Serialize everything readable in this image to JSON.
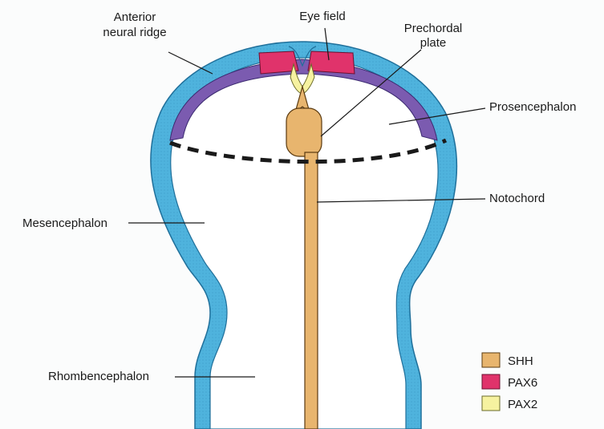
{
  "diagram": {
    "labels": {
      "anterior_neural_ridge_1": "Anterior",
      "anterior_neural_ridge_2": "neural ridge",
      "eye_field": "Eye field",
      "prechordal_plate_1": "Prechordal",
      "prechordal_plate_2": "plate",
      "prosencephalon": "Prosencephalon",
      "notochord": "Notochord",
      "mesencephalon": "Mesencephalon",
      "rhombencephalon": "Rhombencephalon"
    },
    "legend": [
      {
        "label": "SHH",
        "color": "#e8b56e"
      },
      {
        "label": "PAX6",
        "color": "#e0336b"
      },
      {
        "label": "PAX2",
        "color": "#f6f2a0"
      }
    ],
    "colors": {
      "neural_tube": "#4fb3dd",
      "lumen": "#ffffff",
      "anterior_neural_ridge": "#7b5bb0",
      "eye_field": "#e0336b",
      "optic_stalk": "#f6f2a0",
      "shh": "#e8b56e",
      "boundary_dashes": "#1a1a1a"
    }
  }
}
